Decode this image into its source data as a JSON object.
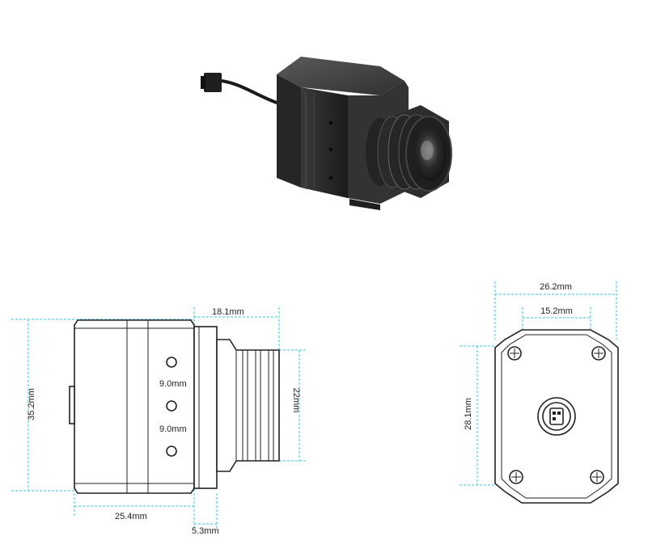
{
  "product_render": {
    "icon": "thermal-camera-module-render"
  },
  "side_view": {
    "height_label": "35.2mm",
    "lens_length_label": "18.1mm",
    "lens_diameter_label": "22mm",
    "hole_spacing_top_label": "9.0mm",
    "hole_spacing_bottom_label": "9.0mm",
    "body_length_label": "25.4mm",
    "flange_label": "5.3mm"
  },
  "front_view": {
    "width_label": "26.2mm",
    "inner_width_label": "15.2mm",
    "height_label": "28.1mm"
  },
  "colors": {
    "dimension_line": "#33c6ea",
    "outline": "#222222",
    "body_dark": "#2b2b2b"
  }
}
